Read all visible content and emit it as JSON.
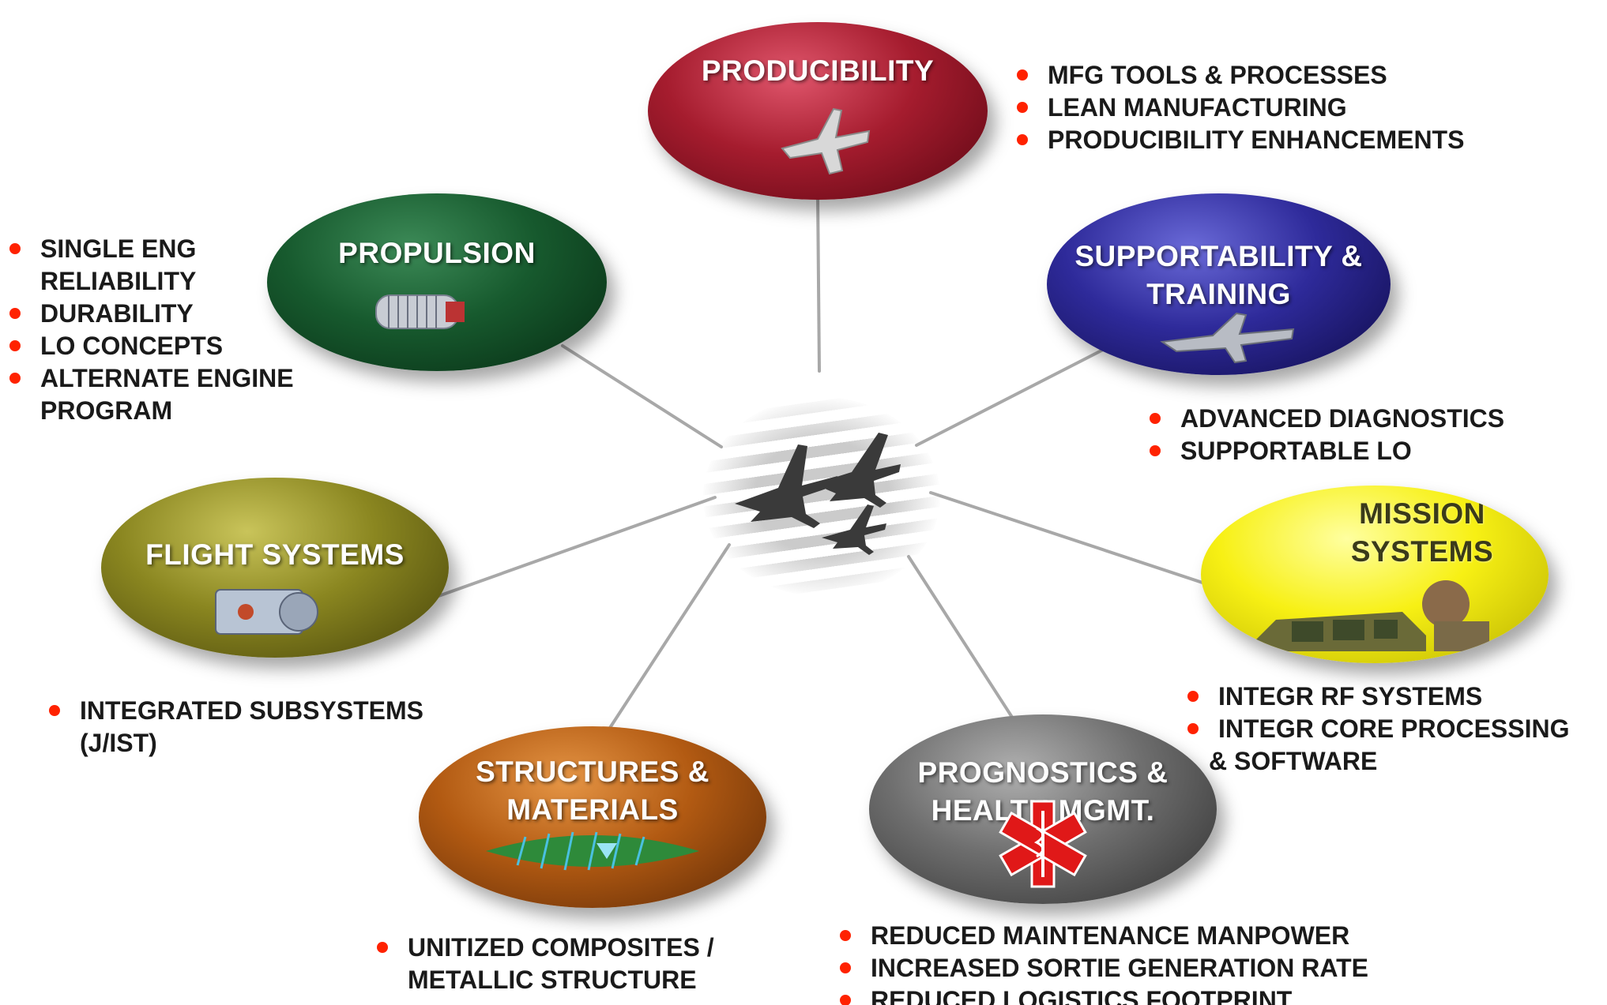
{
  "colors": {
    "bullet": "#ff2200",
    "text": "#1a1a1a",
    "connector": "#a8a8a8",
    "jet": "#3a3a3a"
  },
  "center": {
    "icon": "jets-over-us-flag-icon"
  },
  "nodes": {
    "producibility": {
      "title": [
        "PRODUCIBILITY"
      ],
      "icon": "fighter-jet-icon",
      "bullets": [
        "MFG TOOLS & PROCESSES",
        "LEAN MANUFACTURING",
        "PRODUCIBILITY ENHANCEMENTS"
      ]
    },
    "propulsion": {
      "title": [
        "PROPULSION"
      ],
      "icon": "jet-engine-icon",
      "bullets": [
        [
          "SINGLE ENG",
          "RELIABILITY"
        ],
        "DURABILITY",
        "LO CONCEPTS",
        [
          "ALTERNATE ENGINE",
          "PROGRAM"
        ]
      ]
    },
    "supportability": {
      "title": [
        "SUPPORTABILITY &",
        "TRAINING"
      ],
      "icon": "fighter-jet-icon",
      "bullets": [
        "ADVANCED DIAGNOSTICS",
        "SUPPORTABLE LO"
      ]
    },
    "mission": {
      "title": [
        "MISSION",
        "SYSTEMS"
      ],
      "icon": "cockpit-pilot-icon",
      "bullets": [
        "INTEGR RF SYSTEMS",
        [
          "INTEGR CORE PROCESSING",
          "& SOFTWARE"
        ]
      ]
    },
    "flight": {
      "title": [
        "FLIGHT SYSTEMS"
      ],
      "icon": "actuator-component-icon",
      "bullets": [
        [
          "INTEGRATED SUBSYSTEMS",
          "(J/IST)"
        ]
      ]
    },
    "structures": {
      "title": [
        "STRUCTURES &",
        "MATERIALS"
      ],
      "icon": "composite-structure-icon",
      "bullets": [
        [
          "UNITIZED COMPOSITES /",
          "METALLIC STRUCTURE"
        ]
      ]
    },
    "prognostics": {
      "title": [
        "PROGNOSTICS &",
        "HEALTH MGMT."
      ],
      "icon": "star-of-life-icon",
      "bullets": [
        "REDUCED MAINTENANCE MANPOWER",
        "INCREASED SORTIE GENERATION RATE",
        "REDUCED LOGISTICS FOOTPRINT"
      ]
    }
  }
}
